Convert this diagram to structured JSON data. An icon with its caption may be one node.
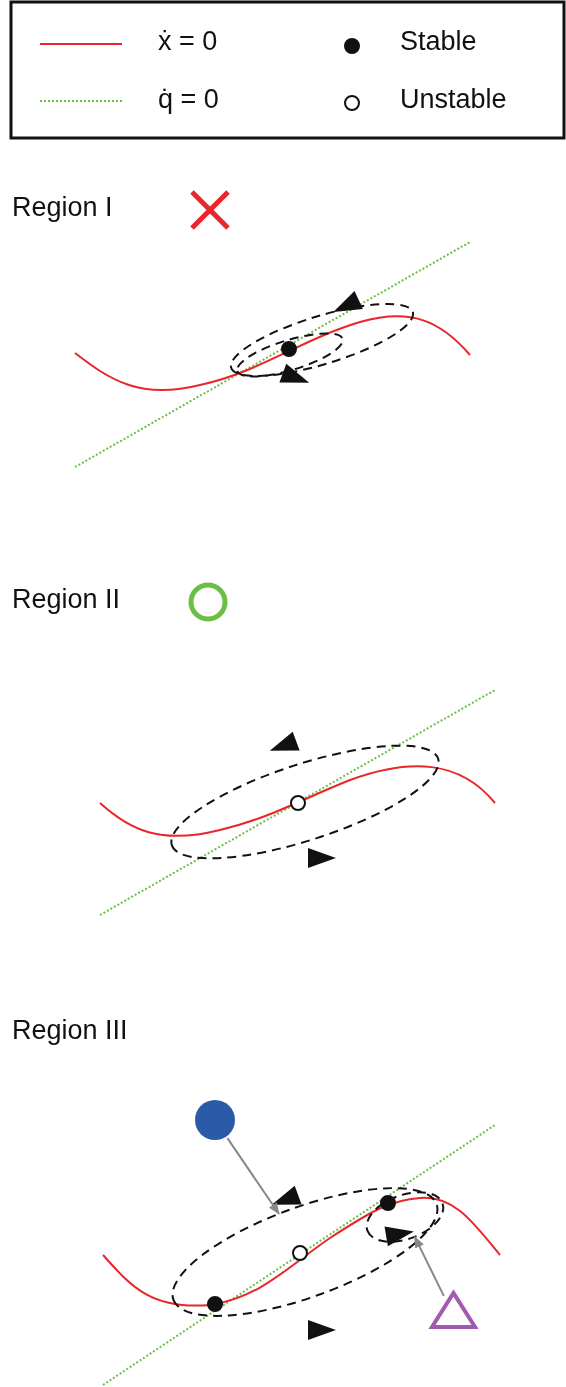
{
  "diagram": {
    "nodes": [
      {
        "text": [],
        "shape": "circle"
      },
      {
        "text": [],
        "shape": "ellipse"
      },
      {
        "text": [],
        "shape": "triangle"
      },
      {
        "text": [],
        "shape": "ellipse"
      }
    ],
    "edges": [
      {
        "from": 0,
        "to": 1,
        "arrow": "to"
      },
      {
        "from": 2,
        "to": 3,
        "arrow": "to"
      }
    ],
    "labels": [
      "Region I",
      "Region II",
      "Region III"
    ],
    "legend": [
      {
        "text": "ẋ = 0"
      },
      {
        "text": "q̇ = 0"
      },
      {
        "text": "Stable"
      },
      {
        "text": "Unstable"
      }
    ]
  }
}
